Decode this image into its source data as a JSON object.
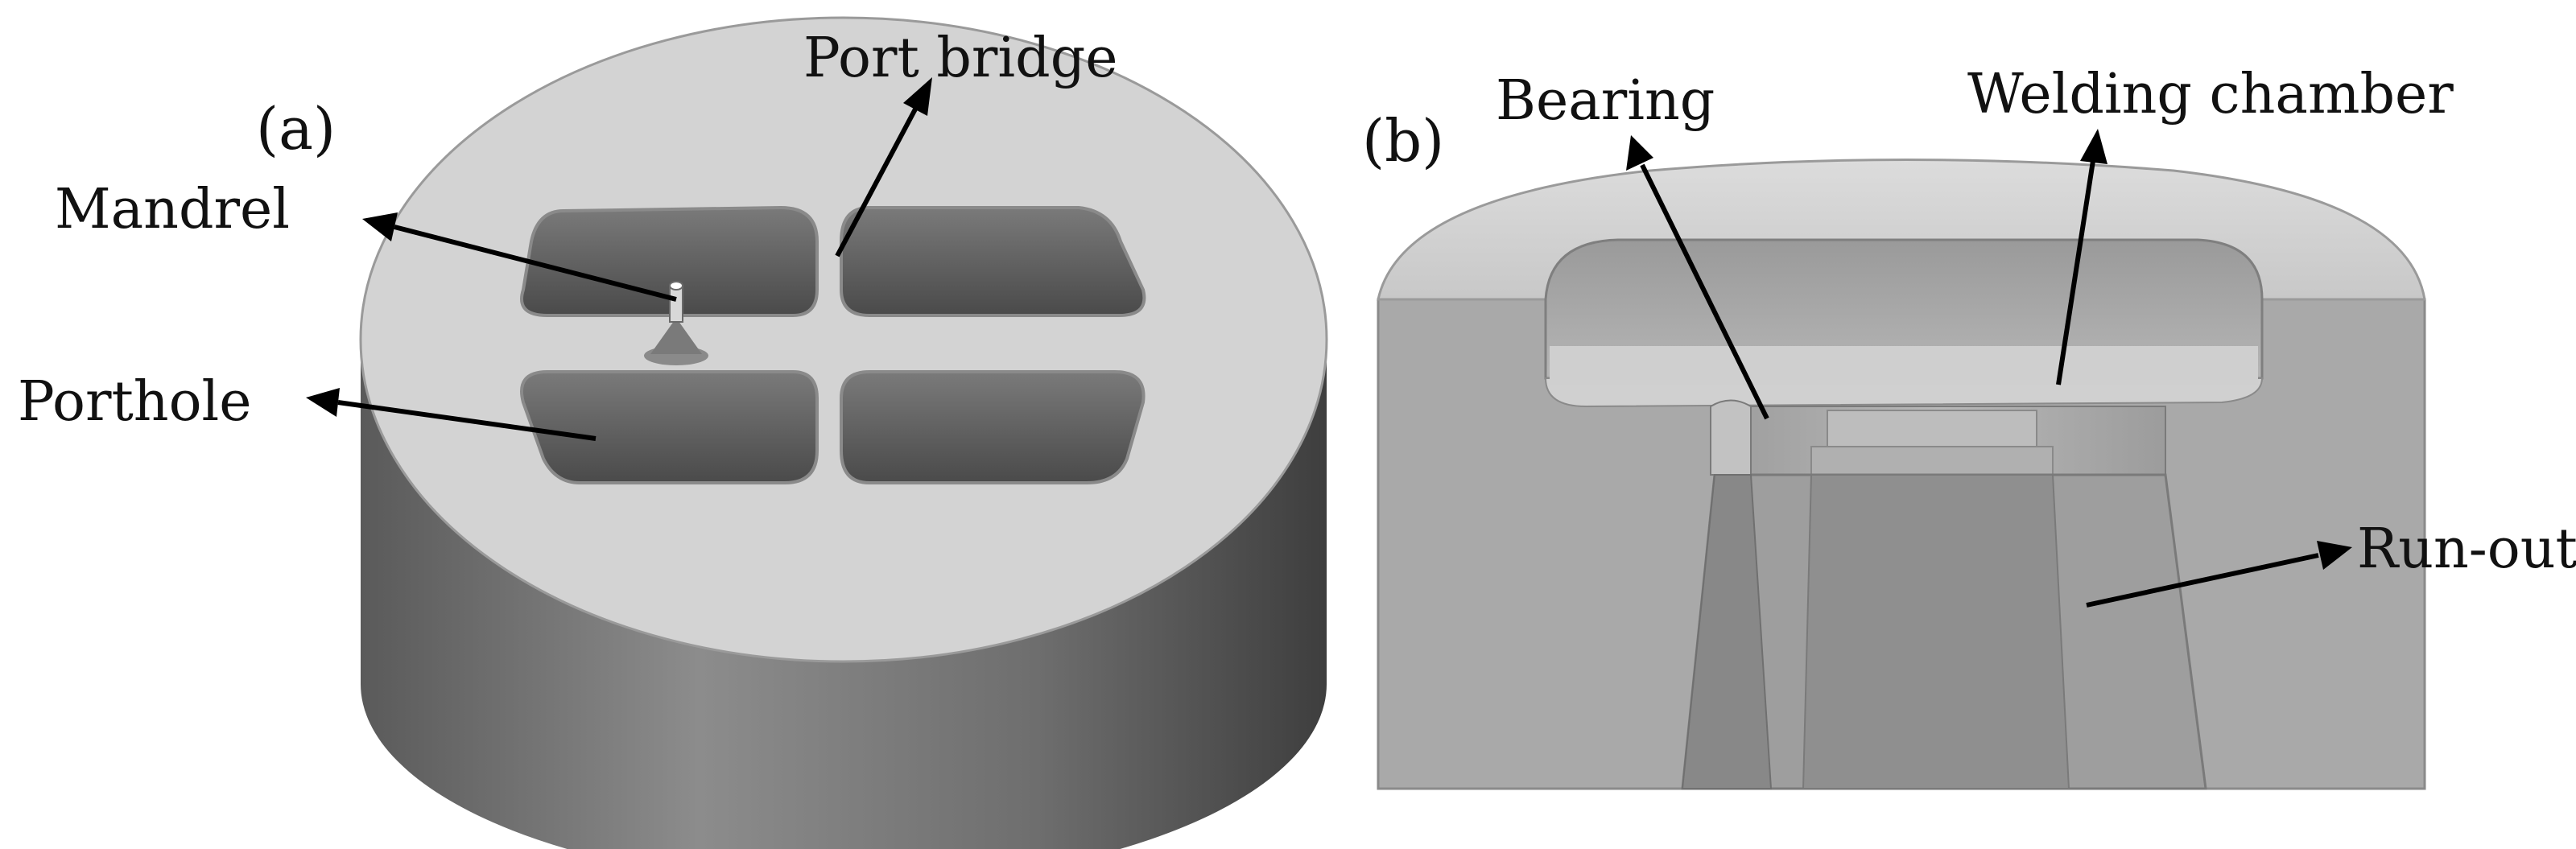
{
  "panels": {
    "a": {
      "tag": "(a)"
    },
    "b": {
      "tag": "(b)"
    }
  },
  "labels": {
    "port_bridge": "Port bridge",
    "mandrel": "Mandrel",
    "porthole": "Porthole",
    "bearing": "Bearing",
    "welding_chamber": "Welding chamber",
    "run_out": "Run-out"
  },
  "colors": {
    "die_top": "#d4d4d4",
    "die_side_light": "#8e8e8e",
    "die_side_dark": "#4a4a4a",
    "hole_inner": "#5c5c5c",
    "section_face": "#a8a8a8",
    "arrows": "#000000"
  }
}
